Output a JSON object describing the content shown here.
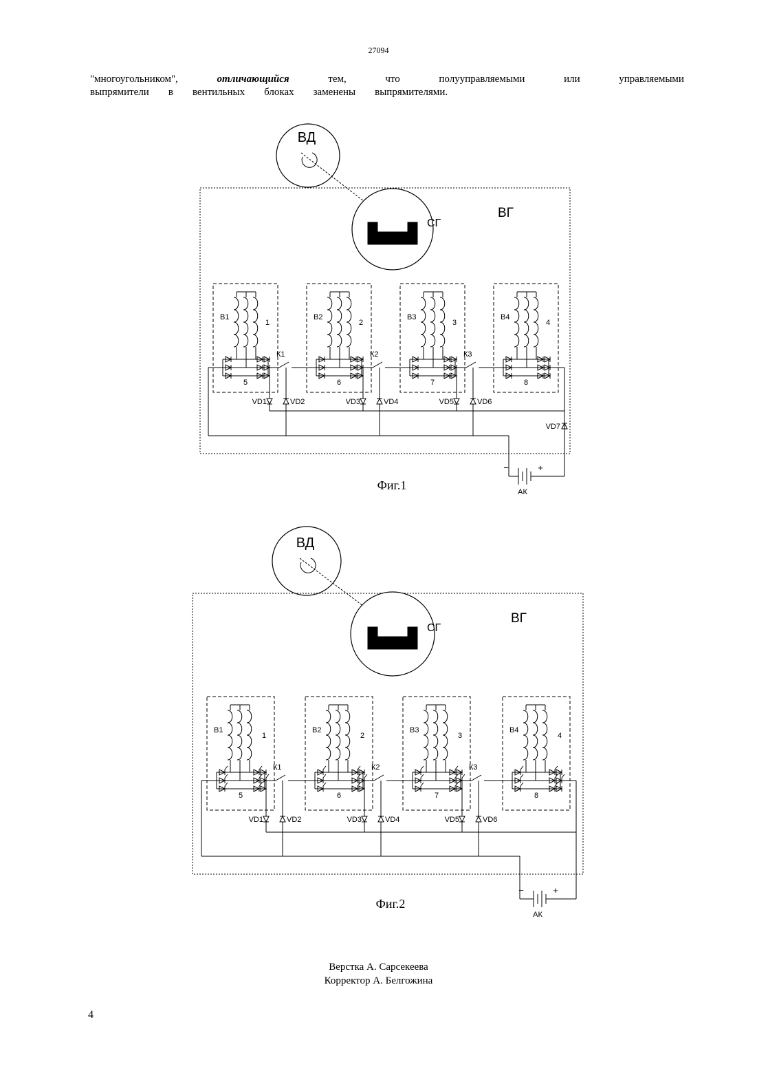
{
  "header": {
    "page_code": "27094"
  },
  "claim": {
    "line1": [
      "\"многоугольником\",",
      "отличающийся",
      "тем,",
      "что",
      "полууправляемыми",
      "или",
      "управляемыми"
    ],
    "line2": [
      "выпрямители",
      "в",
      "вентильных",
      "блоках",
      "заменены",
      "выпрямителями."
    ]
  },
  "figure1": {
    "caption": "Фиг.1",
    "drive_label": "ВД",
    "sync_gen_label": "СГ",
    "valve_gen_label": "ВГ",
    "battery_label": "АК",
    "minus": "−",
    "plus": "+",
    "windings": [
      "В1",
      "В2",
      "В3",
      "В4"
    ],
    "winding_numbers": [
      "1",
      "2",
      "3",
      "4"
    ],
    "block_numbers": [
      "5",
      "6",
      "7",
      "8"
    ],
    "switches": [
      "К1",
      "К2",
      "К3"
    ],
    "diodes": [
      "VD1",
      "VD2",
      "VD3",
      "VD4",
      "VD5",
      "VD6"
    ],
    "extra_diode": "VD7"
  },
  "figure2": {
    "caption": "Фиг.2",
    "drive_label": "ВД",
    "sync_gen_label": "СГ",
    "valve_gen_label": "ВГ",
    "battery_label": "АК",
    "minus": "−",
    "plus": "+",
    "windings": [
      "В1",
      "В2",
      "В3",
      "В4"
    ],
    "winding_numbers": [
      "1",
      "2",
      "3",
      "4"
    ],
    "block_numbers": [
      "5",
      "6",
      "7",
      "8"
    ],
    "switches": [
      "К1",
      "К2",
      "К3"
    ],
    "diodes": [
      "VD1",
      "VD2",
      "VD3",
      "VD4",
      "VD5",
      "VD6"
    ]
  },
  "credits": {
    "layout": "Верстка А. Сарсекеева",
    "proofreader": "Корректор А. Белгожина"
  },
  "footer": {
    "page_number": "4"
  }
}
